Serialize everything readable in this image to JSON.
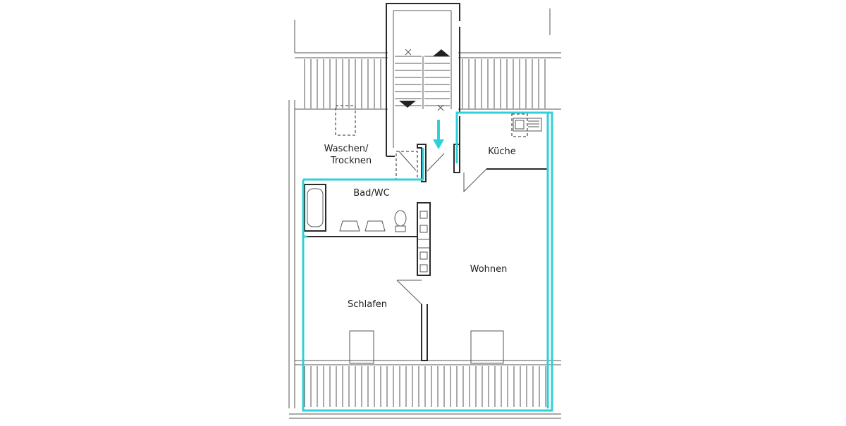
{
  "plan": {
    "rooms": {
      "waschen_line1": "Waschen/",
      "waschen_line2": "Trocknen",
      "kueche": "Küche",
      "bad": "Bad/WC",
      "wohnen": "Wohnen",
      "schlafen": "Schlafen"
    },
    "colors": {
      "highlight": "#2fd0d8",
      "wall": "#2a2a2a",
      "background": "#ffffff"
    },
    "icons": [
      "entrance-arrow-icon",
      "stair-up-arrow-icon",
      "stair-down-arrow-icon",
      "bathtub-icon",
      "toilet-icon",
      "washbasin-icon",
      "sink-icon"
    ]
  }
}
